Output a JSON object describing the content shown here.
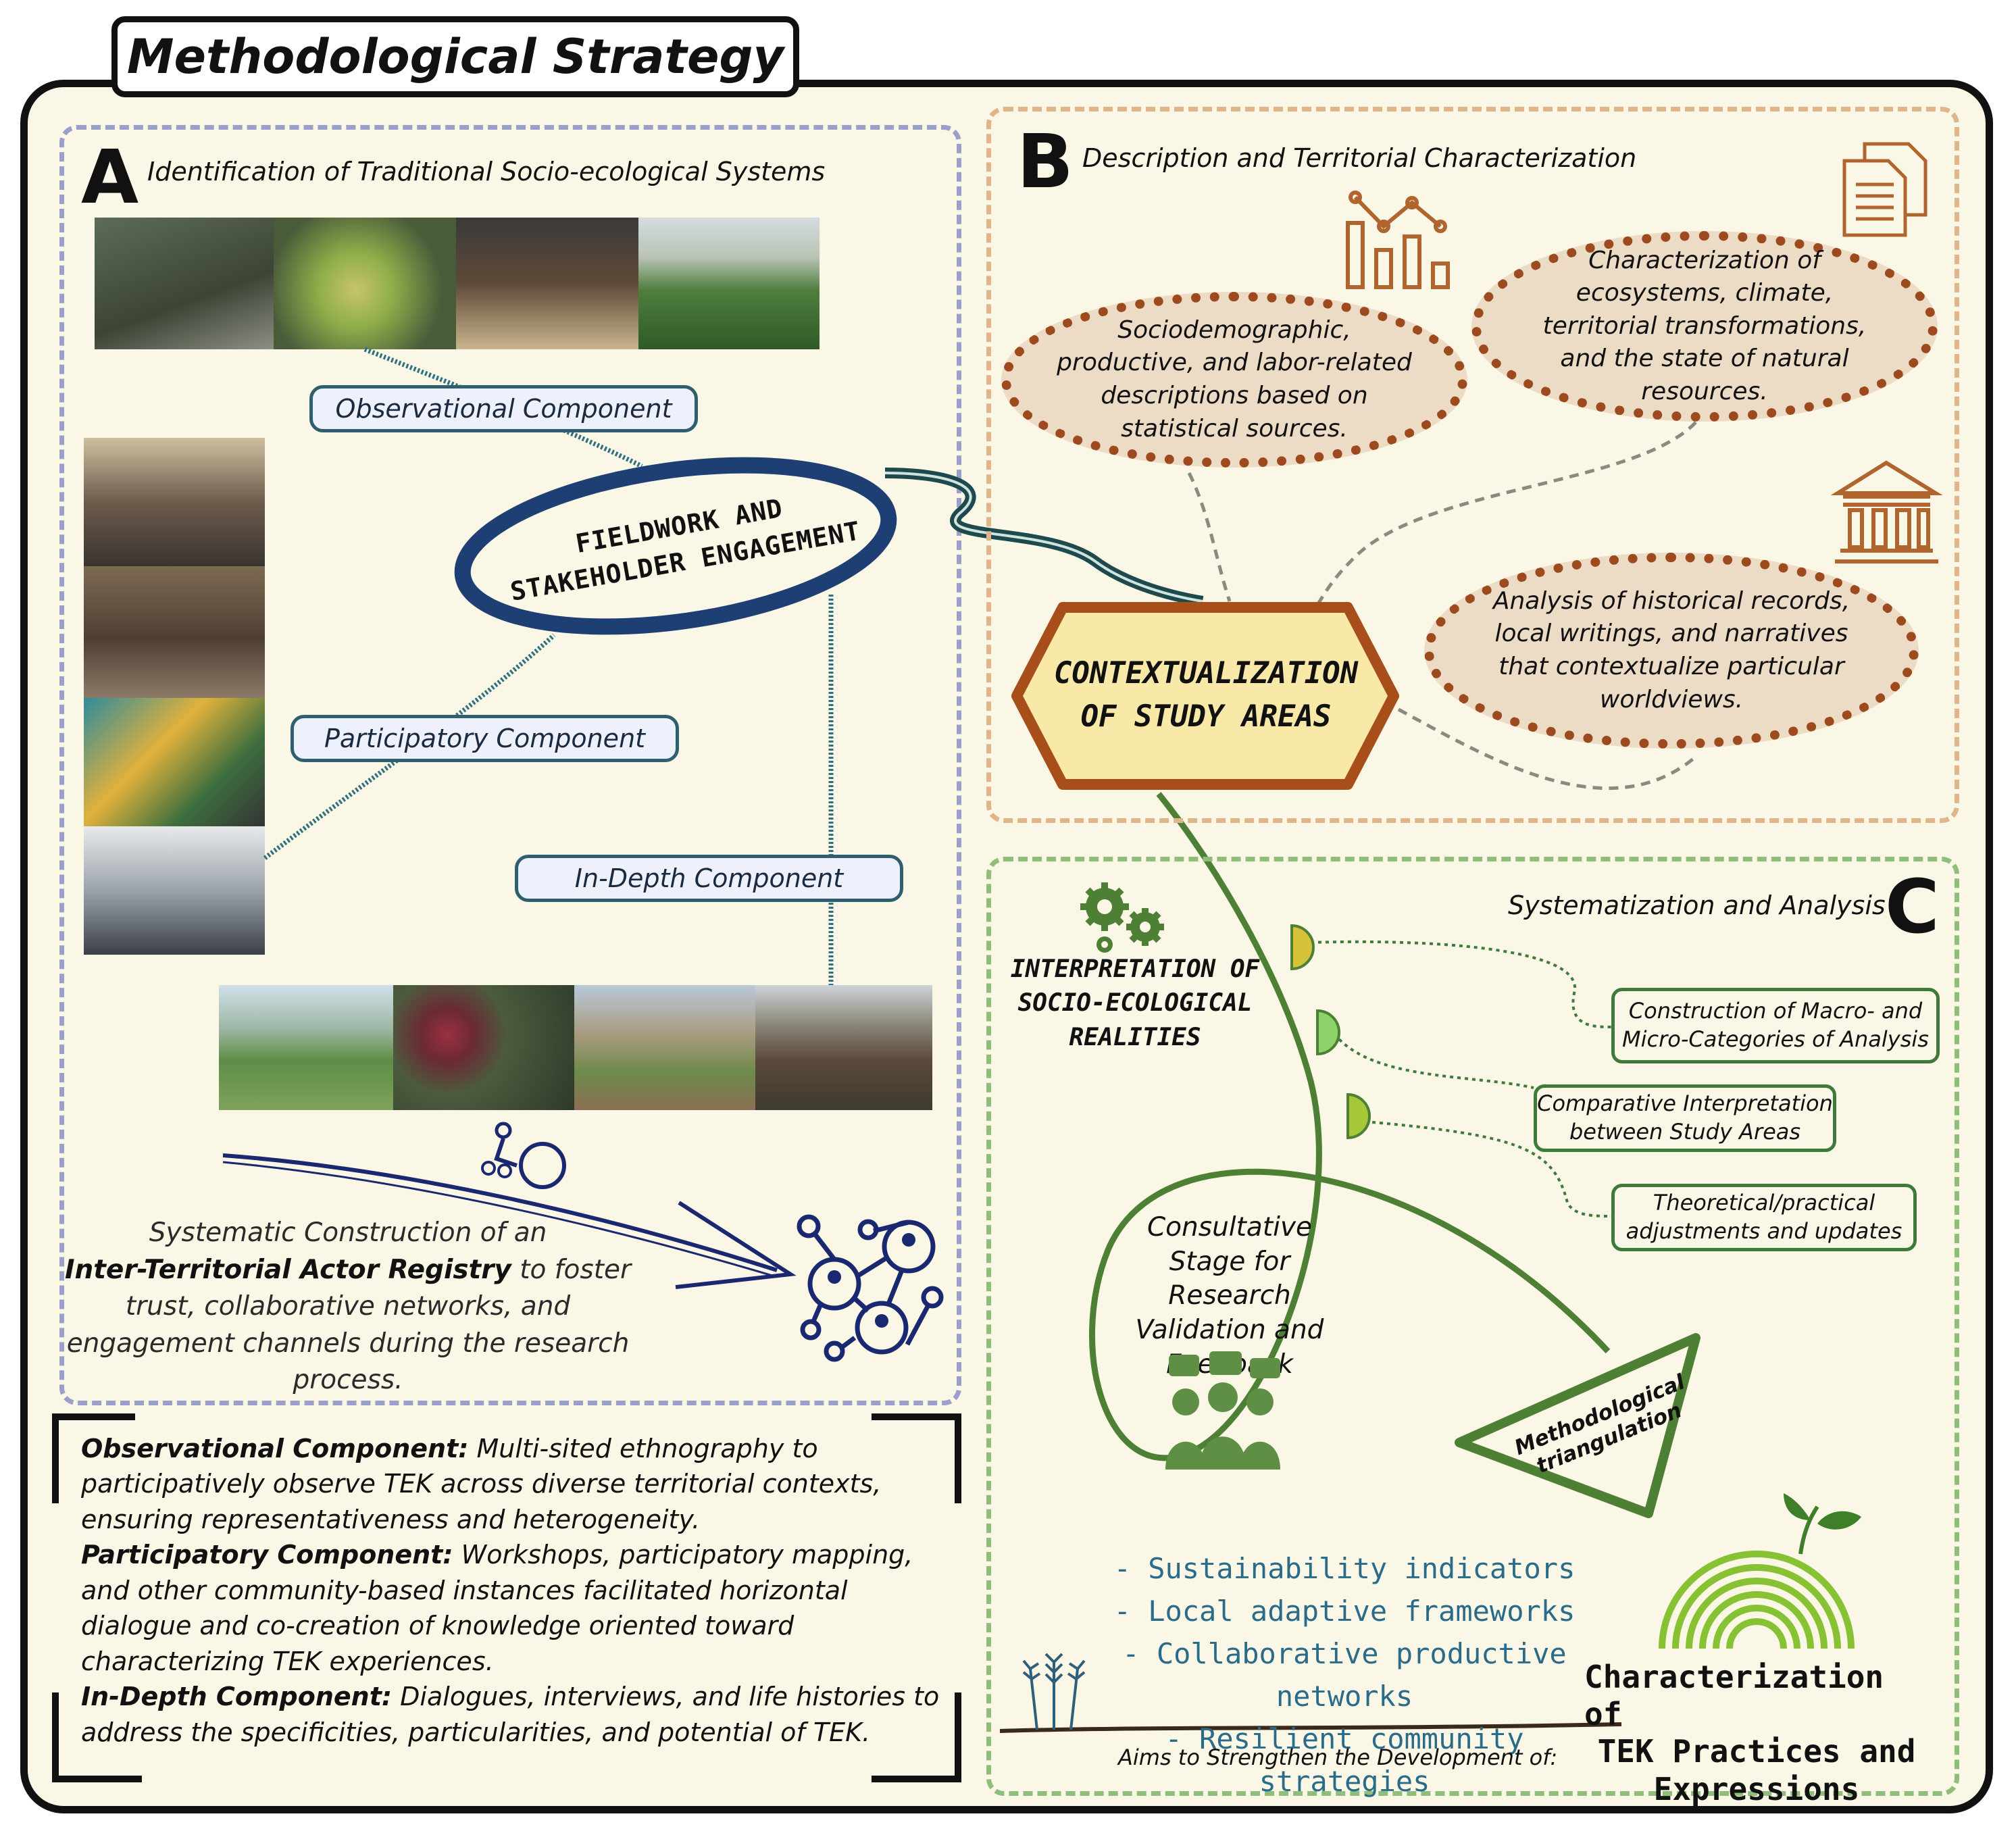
{
  "title": "Methodological Strategy",
  "panel_a": {
    "letter": "A",
    "title": "Identification of Traditional Socio-ecological Systems",
    "fieldwork_label": "FIELDWORK AND STAKEHOLDER ENGAGEMENT",
    "fieldwork_line1": "FIELDWORK AND",
    "fieldwork_line2": "STAKEHOLDER ENGAGEMENT",
    "components": [
      "Observational Component",
      "Participatory Component",
      "In-Depth Component"
    ],
    "registry": {
      "line1": "Systematic Construction of an",
      "bold": "Inter-Territorial Actor Registry",
      "line2_rest": " to foster",
      "line3": "trust, collaborative networks, and",
      "line4": "engagement channels during the research",
      "line5": "process."
    }
  },
  "notes": [
    {
      "term": "Observational Component:",
      "text": " Multi-sited ethnography to participatively observe TEK across diverse territorial contexts, ensuring representativeness and heterogeneity."
    },
    {
      "term": "Participatory Component:",
      "text": " Workshops, participatory mapping, and other community-based instances facilitated horizontal dialogue and co-creation of knowledge oriented toward characterizing TEK experiences."
    },
    {
      "term": "In-Depth Component:",
      "text": " Dialogues, interviews, and life histories to address the specificities, particularities, and potential of TEK."
    }
  ],
  "panel_b": {
    "letter": "B",
    "title": "Description and Territorial Characterization",
    "ellipses": [
      "Sociodemographic, productive, and labor-related descriptions based on statistical sources.",
      "Characterization of ecosystems, climate, territorial transformations, and the state of natural resources.",
      "Analysis of historical records, local writings, and narratives that contextualize particular worldviews."
    ]
  },
  "center": {
    "line1": "CONTEXTUALIZATION",
    "line2": "OF STUDY AREAS"
  },
  "panel_c": {
    "letter": "C",
    "title": "Systematization and Analysis",
    "interpretation_lines": [
      "INTERPRETATION OF",
      "SOCIO-ECOLOGICAL",
      "REALITIES"
    ],
    "boxes": [
      "Construction of Macro- and Micro-Categories of Analysis",
      "Comparative Interpretation between Study Areas",
      "Theoretical/practical adjustments and updates"
    ],
    "consultative": "Consultative Stage for Research Validation and Feedback",
    "triangulation_line1": "Methodological",
    "triangulation_line2": "triangulation",
    "aims": [
      "- Sustainability indicators",
      "- Local adaptive frameworks",
      "- Collaborative productive networks",
      "- Resilient community strategies"
    ],
    "aims_caption": "Aims to Strengthen the Development of:",
    "result_lines": [
      "Characterization of",
      "TEK Practices and",
      "Expressions"
    ]
  },
  "colors": {
    "ink": "#111111",
    "teal": "#2e5f6e",
    "navy": "#1d3f73",
    "rust": "#9c4a1e",
    "green": "#4d7f34",
    "hex_fill": "#f8e9a8"
  },
  "icons": [
    "document-icon",
    "bar-chart-icon",
    "institution-icon",
    "gears-icon",
    "network-icon",
    "cyclist-icon",
    "community-icon",
    "plant-icon",
    "wheat-icon"
  ]
}
